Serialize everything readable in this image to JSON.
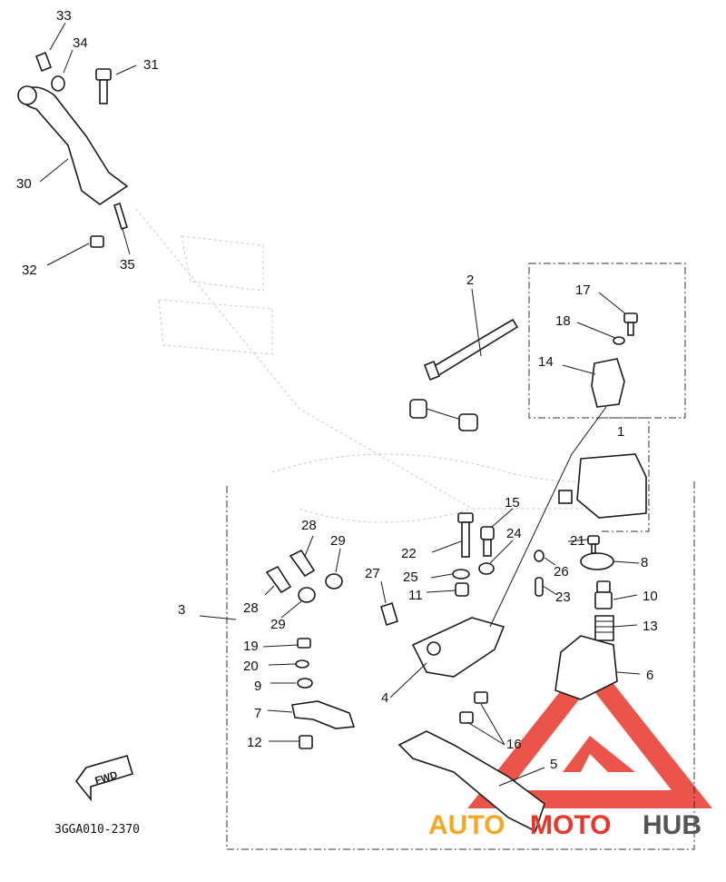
{
  "diagram": {
    "part_labels": [
      "1",
      "2",
      "3",
      "4",
      "5",
      "6",
      "7",
      "8",
      "9",
      "10",
      "11",
      "12",
      "13",
      "14",
      "15",
      "16",
      "17",
      "18",
      "19",
      "20",
      "21",
      "22",
      "23",
      "24",
      "25",
      "26",
      "27",
      "28",
      "29",
      "30",
      "31",
      "32",
      "33",
      "34",
      "35"
    ],
    "fwd_label": "FWD",
    "drawing_code": "3GGA010-2370"
  },
  "watermark": {
    "text_auto": "AUTO",
    "text_moto": "MOTO",
    "text_hub": "HUB",
    "color_red": "#e8372c",
    "color_orange": "#f5a623",
    "color_gray": "#555555"
  }
}
